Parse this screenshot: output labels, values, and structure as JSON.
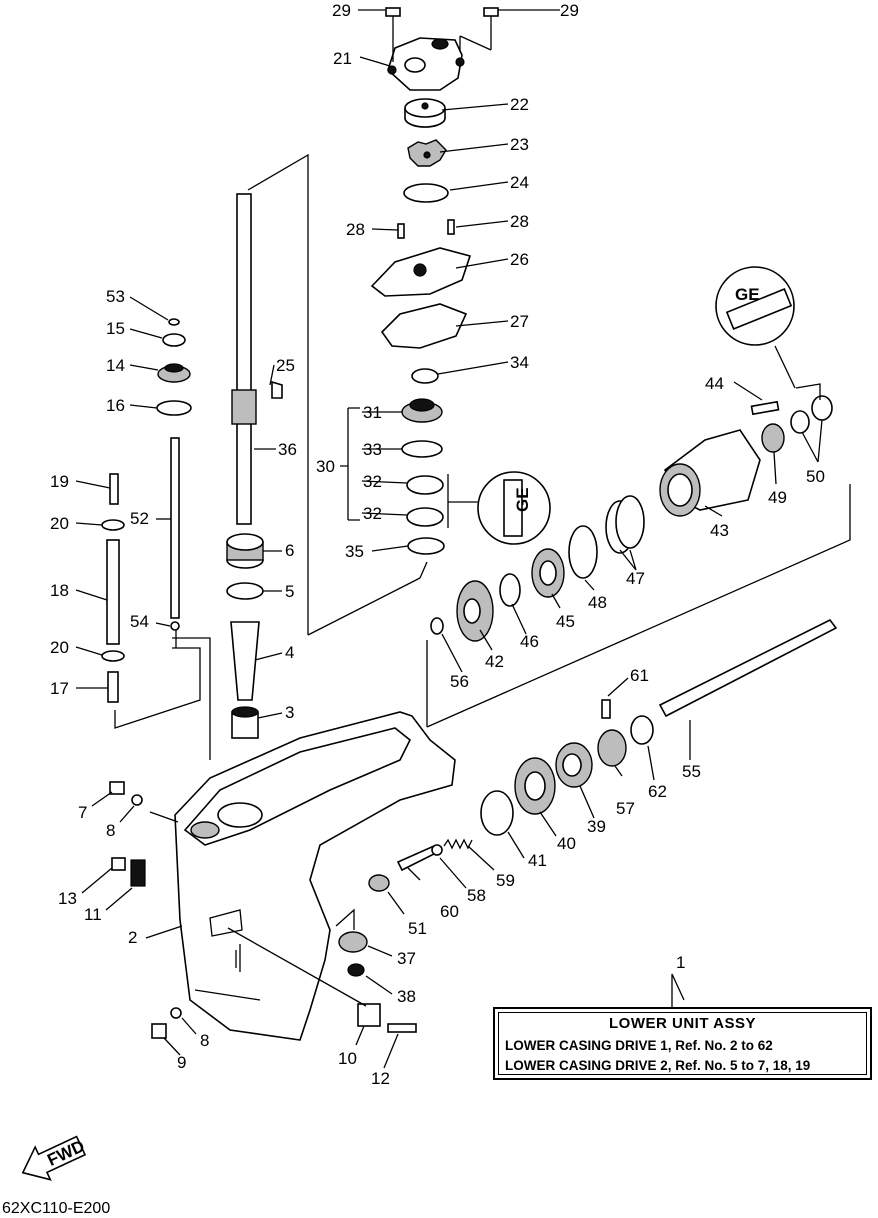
{
  "labels": [
    "1",
    "2",
    "3",
    "4",
    "5",
    "6",
    "7",
    "8",
    "9",
    "10",
    "11",
    "12",
    "13",
    "14",
    "15",
    "16",
    "17",
    "18",
    "19",
    "20",
    "21",
    "22",
    "23",
    "24",
    "25",
    "26",
    "27",
    "28",
    "29",
    "30",
    "31",
    "32",
    "33",
    "34",
    "35",
    "36",
    "37",
    "38",
    "39",
    "40",
    "41",
    "42",
    "43",
    "44",
    "45",
    "46",
    "47",
    "48",
    "49",
    "50",
    "51",
    "52",
    "53",
    "54",
    "55",
    "56",
    "57",
    "58",
    "59",
    "60",
    "61",
    "62"
  ],
  "assy": {
    "title": "LOWER  UNIT ASSY",
    "line1": "LOWER CASING DRIVE 1, Ref. No. 2 to 62",
    "line2": "LOWER CASING DRIVE 2, Ref. No. 5 to 7, 18, 19"
  },
  "fwd_label": "FWD",
  "diagram_code": "62XC110-E200"
}
